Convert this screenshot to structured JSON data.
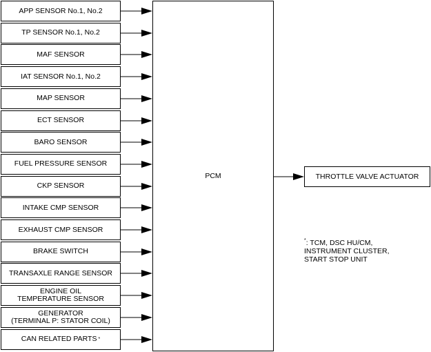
{
  "inputs": [
    {
      "label": "APP SENSOR No.1, No.2",
      "note": ""
    },
    {
      "label": "TP SENSOR No.1, No.2",
      "note": ""
    },
    {
      "label": "MAF SENSOR",
      "note": ""
    },
    {
      "label": "IAT SENSOR No.1, No.2",
      "note": ""
    },
    {
      "label": "MAP SENSOR",
      "note": ""
    },
    {
      "label": "ECT SENSOR",
      "note": ""
    },
    {
      "label": "BARO SENSOR",
      "note": ""
    },
    {
      "label": "FUEL PRESSURE SENSOR",
      "note": ""
    },
    {
      "label": "CKP SENSOR",
      "note": ""
    },
    {
      "label": "INTAKE CMP SENSOR",
      "note": ""
    },
    {
      "label": "EXHAUST CMP SENSOR",
      "note": ""
    },
    {
      "label": "BRAKE SWITCH",
      "note": ""
    },
    {
      "label": "TRANSAXLE RANGE SENSOR",
      "note": ""
    },
    {
      "label": "ENGINE OIL\nTEMPERATURE SENSOR",
      "note": ""
    },
    {
      "label": "GENERATOR\n(TERMINAL P: STATOR COIL)",
      "note": ""
    },
    {
      "label": "CAN RELATED PARTS",
      "note": "*"
    }
  ],
  "controller": {
    "label": "PCM"
  },
  "output": {
    "label": "THROTTLE VALVE ACTUATOR"
  },
  "footnote": {
    "mark": "*",
    "text": ": TCM, DSC HU/CM,\nINSTRUMENT CLUSTER,\nSTART STOP UNIT"
  }
}
